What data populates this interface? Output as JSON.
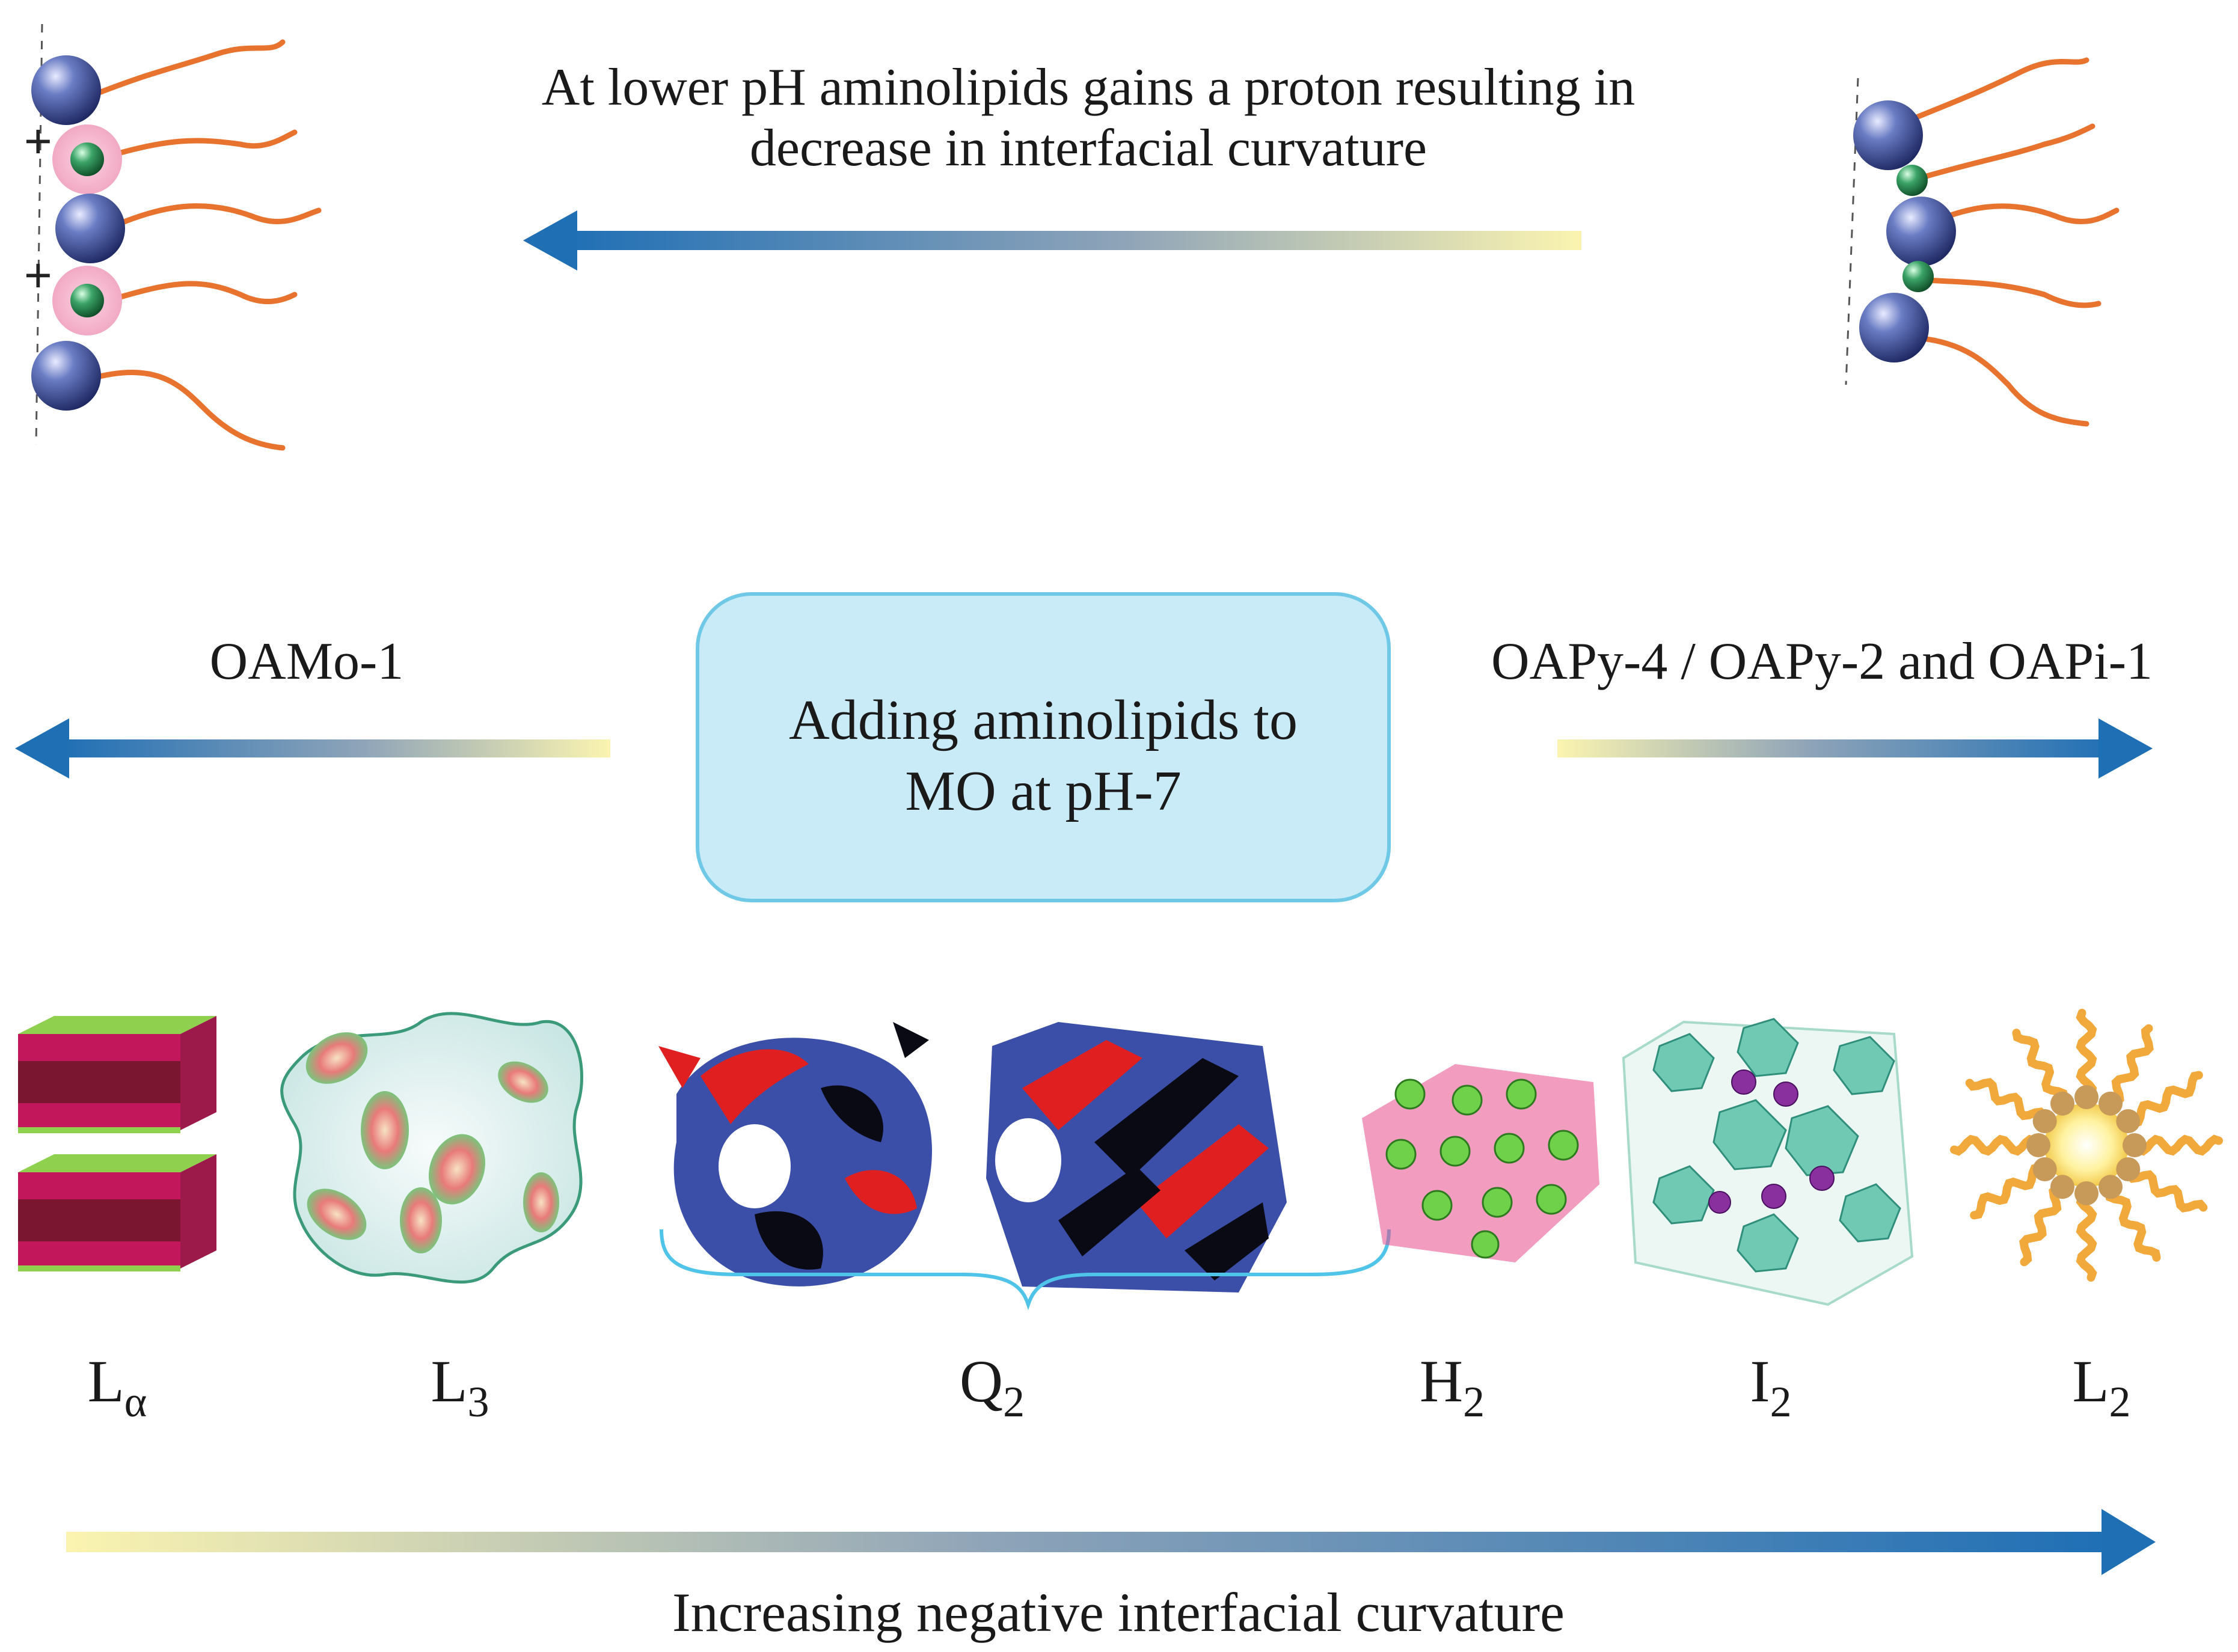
{
  "top_caption": {
    "line1": "At lower pH aminolipids gains a proton resulting in",
    "line2": "decrease in interfacial curvature"
  },
  "left_label": "OAMo-1",
  "right_label": "OAPy-4 / OAPy-2 and OAPi-1",
  "center_box": {
    "line1": "Adding aminolipids to",
    "line2": "MO at pH-7",
    "fill": "#c9ebf7",
    "stroke": "#6ec8e6"
  },
  "phases": [
    {
      "base": "L",
      "sub": "α"
    },
    {
      "base": "L",
      "sub": "3"
    },
    {
      "base": "Q",
      "sub": "2"
    },
    {
      "base": "H",
      "sub": "2"
    },
    {
      "base": "I",
      "sub": "2"
    },
    {
      "base": "L",
      "sub": "2"
    }
  ],
  "bottom_caption": "Increasing negative interfacial curvature",
  "colors": {
    "arrow_blue": "#1f6fb5",
    "arrow_yellow": "#fbf4b0",
    "lipid_tail": "#e8732e",
    "headgroup_blue": "#2f3f8f",
    "aminolipid_green": "#2e8b4f",
    "protonated_halo": "#f4b8cf"
  },
  "markers": {
    "charge": "+"
  }
}
